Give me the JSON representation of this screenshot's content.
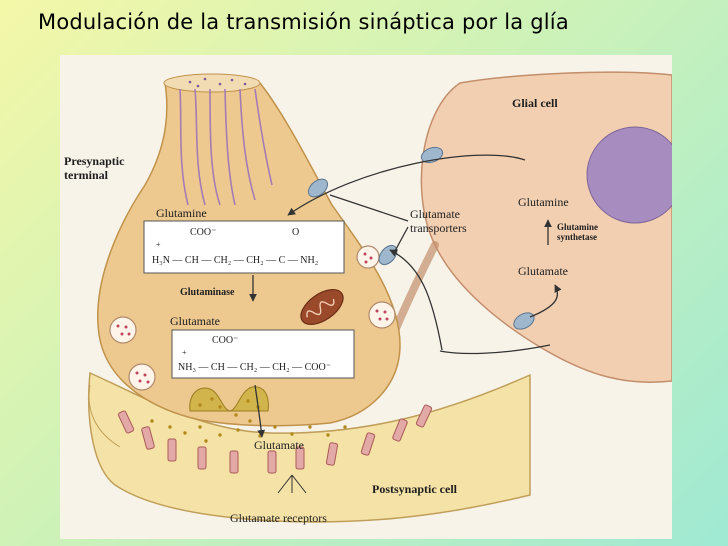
{
  "slide": {
    "title": "Modulación de la transmisión sináptica por la glía"
  },
  "diagram": {
    "labels": {
      "presynaptic_line1": "Presynaptic",
      "presynaptic_line2": "terminal",
      "glial_cell": "Glial cell",
      "glutamine_top": "Glutamine",
      "glutaminase": "Glutaminase",
      "glutamate_mid": "Glutamate",
      "transporters_line1": "Glutamate",
      "transporters_line2": "transporters",
      "glutamine_glia": "Glutamine",
      "synthetase_line1": "Glutamine",
      "synthetase_line2": "synthetase",
      "glutamate_glia": "Glutamate",
      "glutamate_cleft": "Glutamate",
      "postsynaptic": "Postsynaptic cell",
      "receptors": "Glutamate receptors"
    },
    "formulas": {
      "glutamine": {
        "coo": "COO⁻",
        "o": "O",
        "main": "H₃N — CH — CH₂ — CH₂ — C — NH₂",
        "plus": "+"
      },
      "glutamate": {
        "coo": "COO⁻",
        "main": "NH₃ — CH — CH₂ — CH₂ — COO⁻",
        "plus": "+"
      }
    },
    "colors": {
      "terminal": "#edc98f",
      "glia": "#f2cfb1",
      "nucleus": "#a78cbf",
      "postsynaptic": "#f4e2a6",
      "glutamate_dots": "#b28a1c",
      "receptor": "#e2a9a6",
      "transporter": "#9fb7cc",
      "mitochondrion": "#9a4a2a"
    }
  }
}
